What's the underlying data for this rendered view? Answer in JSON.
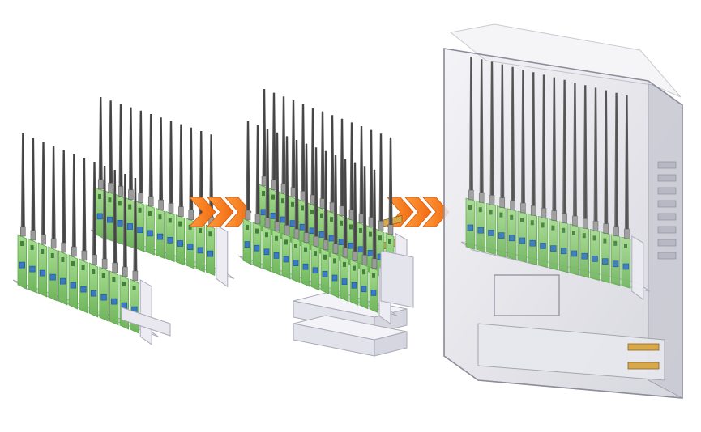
{
  "scene": {
    "description_items": [
      {
        "name": "assembly-stage-1-antenna-module-rows"
      },
      {
        "name": "assembly-stage-2-modules-with-power-units"
      },
      {
        "name": "assembly-stage-3-enclosed-cabinet"
      }
    ],
    "arrows": [
      {
        "name": "progress-arrow-1"
      },
      {
        "name": "progress-arrow-2"
      }
    ]
  },
  "colors": {
    "antenna": "#4a4a4a",
    "antenna_light": "#7a7a7a",
    "pcb_green": "#8fcf7a",
    "pcb_green_dark": "#5fa84d",
    "connector_blue": "#3a78c8",
    "chassis": "#e6e6ee",
    "chassis_edge": "#a9a9b8",
    "arrow_orange": "#f47a1f",
    "arrow_orange_light": "#ff9a3c",
    "enclosure": "#d8d8e0",
    "psu_gold": "#d9a84a"
  }
}
